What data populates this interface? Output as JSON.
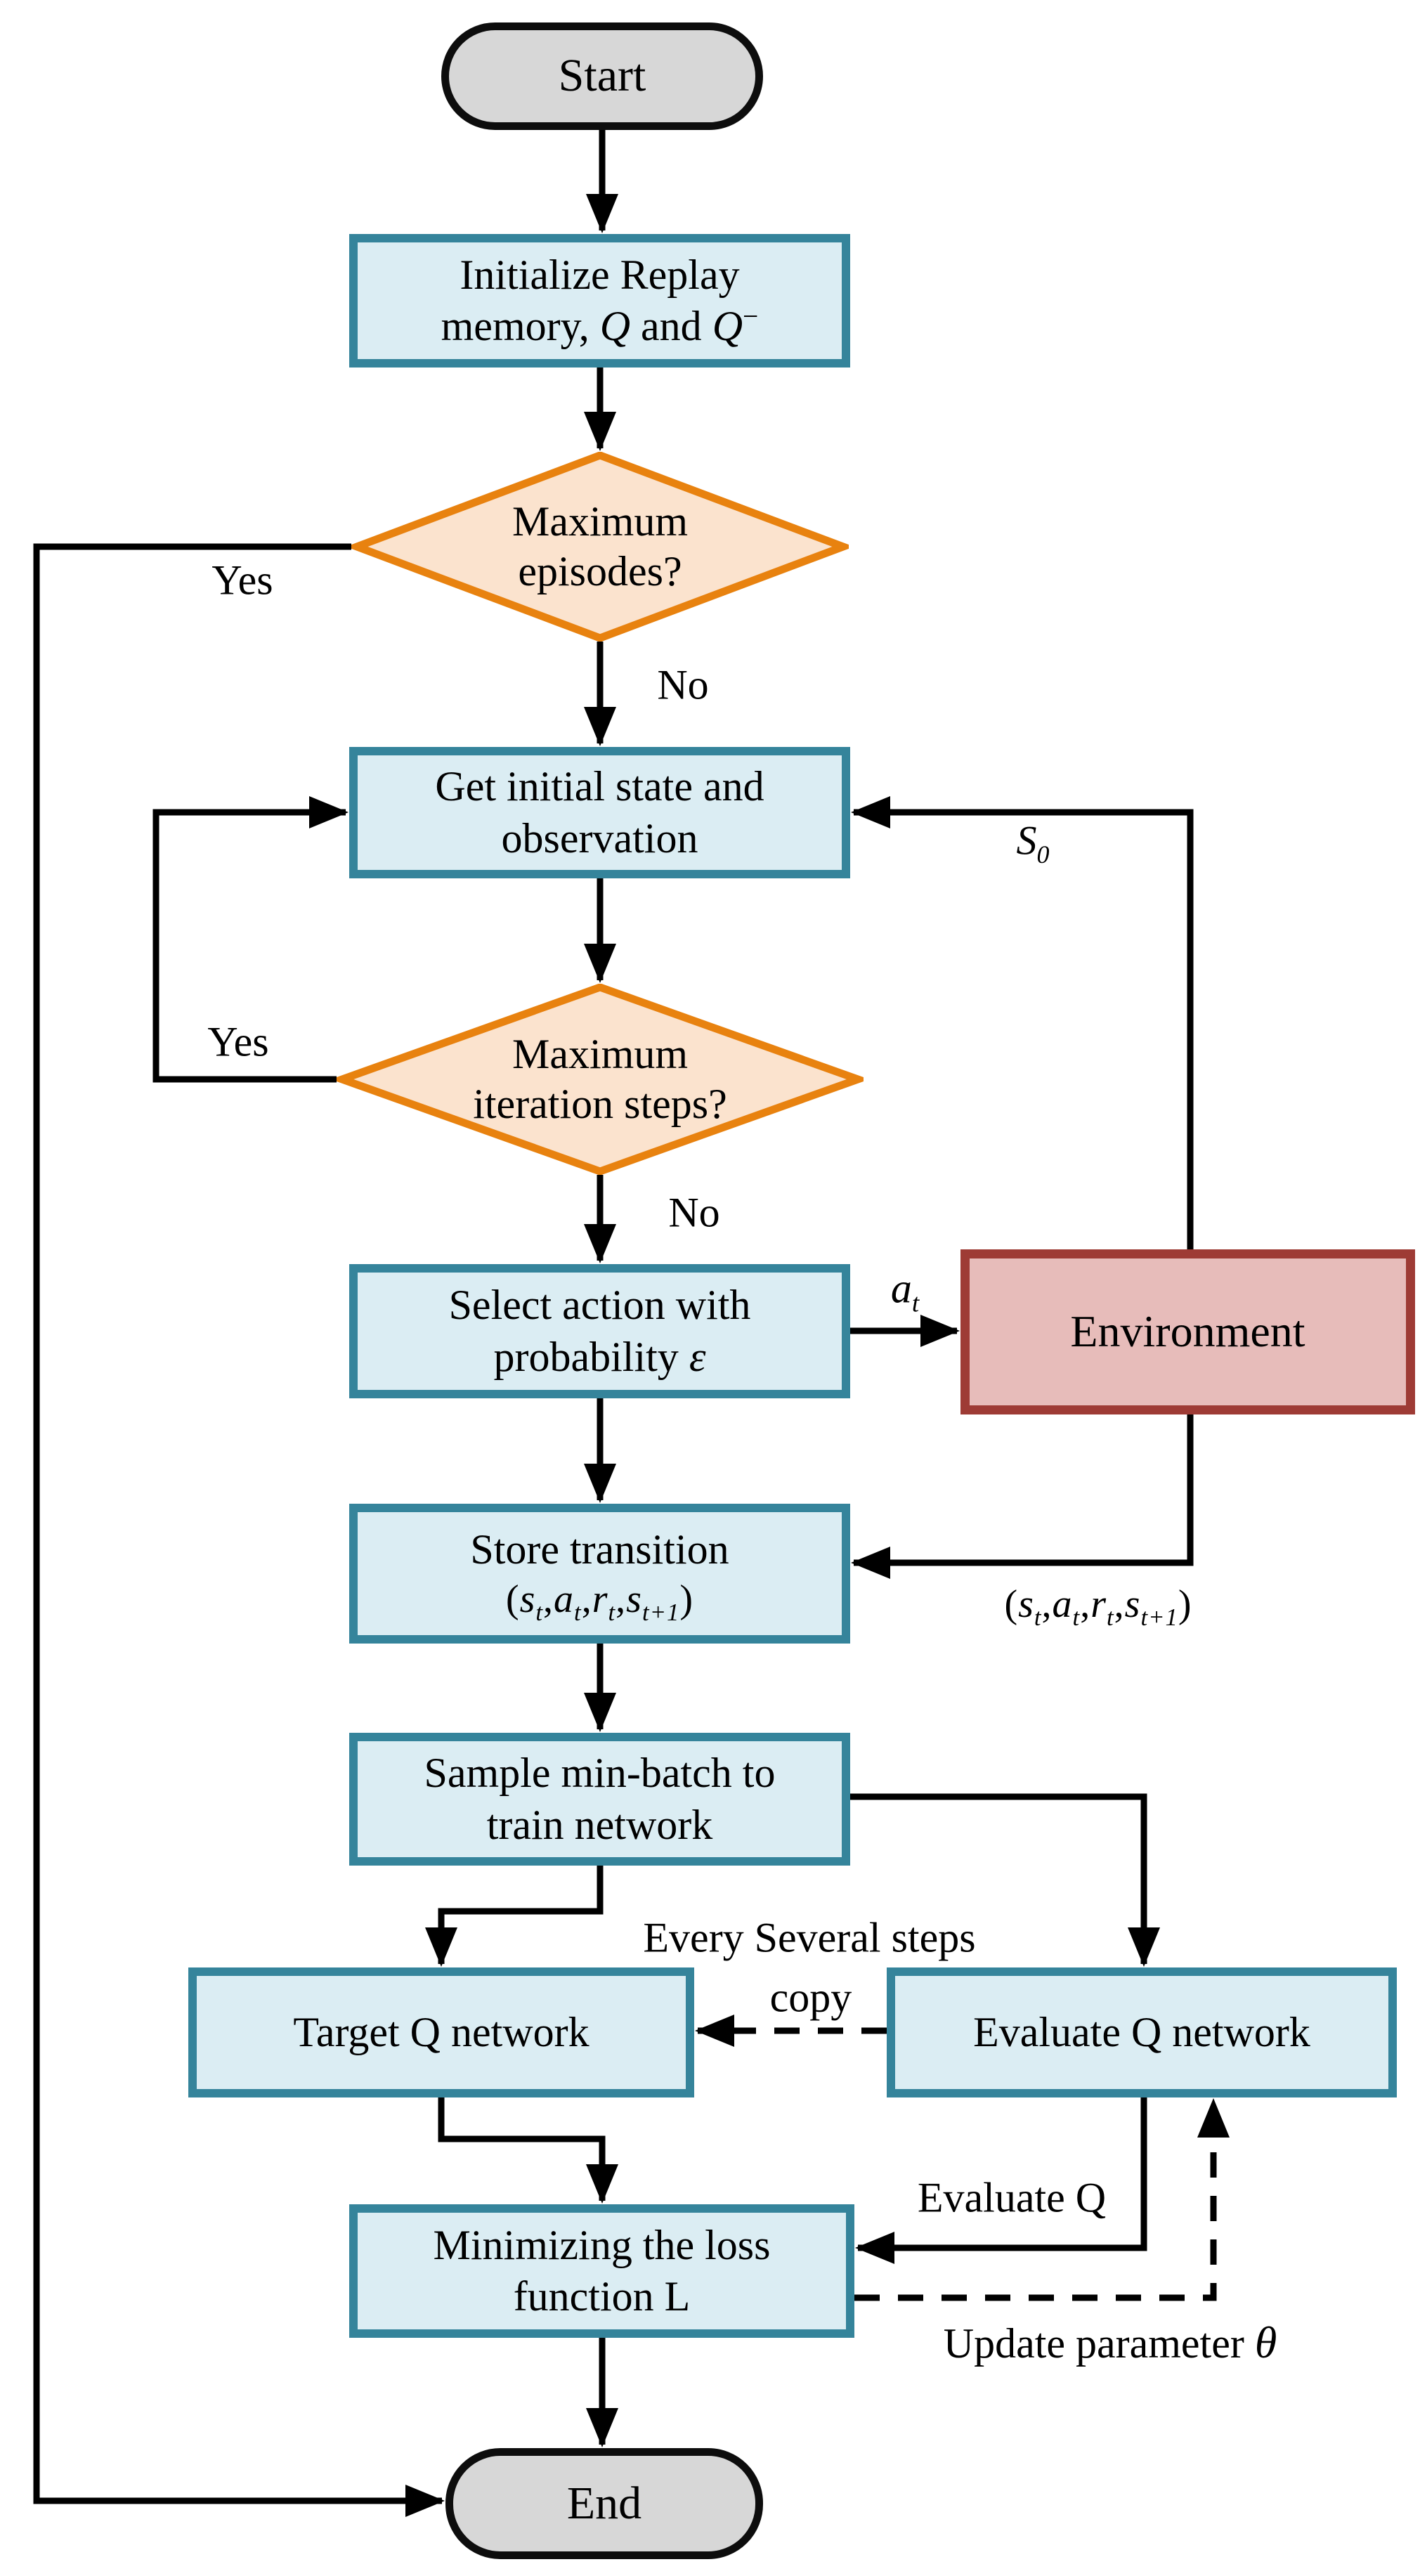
{
  "palette": {
    "term-fill": "#D7D7D7",
    "term-border": "#0d0d0d",
    "proc-fill": "#DBEDF3",
    "proc-border": "#35849B",
    "env-fill": "#E7BCBA",
    "env-border": "#9E3B35",
    "diamond-fill": "#FBE3CE",
    "diamond-border": "#E8820F",
    "wire": "#000000"
  },
  "nodes": {
    "start": {
      "label": "Start"
    },
    "end": {
      "label": "End"
    },
    "init": {
      "line1": "Initialize Replay",
      "line2_pre": "memory, ",
      "q1": "Q",
      "line2_mid": " and ",
      "q2": "Q",
      "q2_sup": "−"
    },
    "max_episodes": {
      "line1": "Maximum",
      "line2": "episodes?"
    },
    "get_initial": {
      "line1": "Get initial state and",
      "line2": "observation"
    },
    "max_iteration": {
      "line1": "Maximum",
      "line2": "iteration steps?"
    },
    "select_action": {
      "line1": "Select action with",
      "line2_pre": "probability  ",
      "epsilon": "ε"
    },
    "environment": {
      "label": "Environment"
    },
    "store_transition": {
      "line1": "Store transition"
    },
    "sample_batch": {
      "line1": "Sample min-batch to",
      "line2": "train network"
    },
    "target_network": {
      "label": "Target Q network"
    },
    "evaluate_network": {
      "label": "Evaluate Q network"
    },
    "minimize_loss": {
      "line1": "Minimizing the loss",
      "line2": "function L"
    }
  },
  "edge_labels": {
    "yes_episodes": "Yes",
    "no_episodes": "No",
    "yes_iteration": "Yes",
    "no_iteration": "No",
    "s0": {
      "base": "S",
      "sub": "0"
    },
    "a_t": {
      "base": "a",
      "sub": "t"
    },
    "every_steps": "Every Several steps",
    "copy": "copy",
    "evaluate_q": "Evaluate Q",
    "update_parameter": {
      "text": "Update parameter ",
      "theta": "θ"
    }
  },
  "tuple": {
    "open": "(",
    "v1": "s",
    "s1": "t",
    "c1": ",",
    "v2": "a",
    "s2": "t",
    "c2": ",",
    "v3": "r",
    "s3": "t",
    "c3": ",",
    "v4": "s",
    "s4": "t+1",
    "close": ")"
  }
}
